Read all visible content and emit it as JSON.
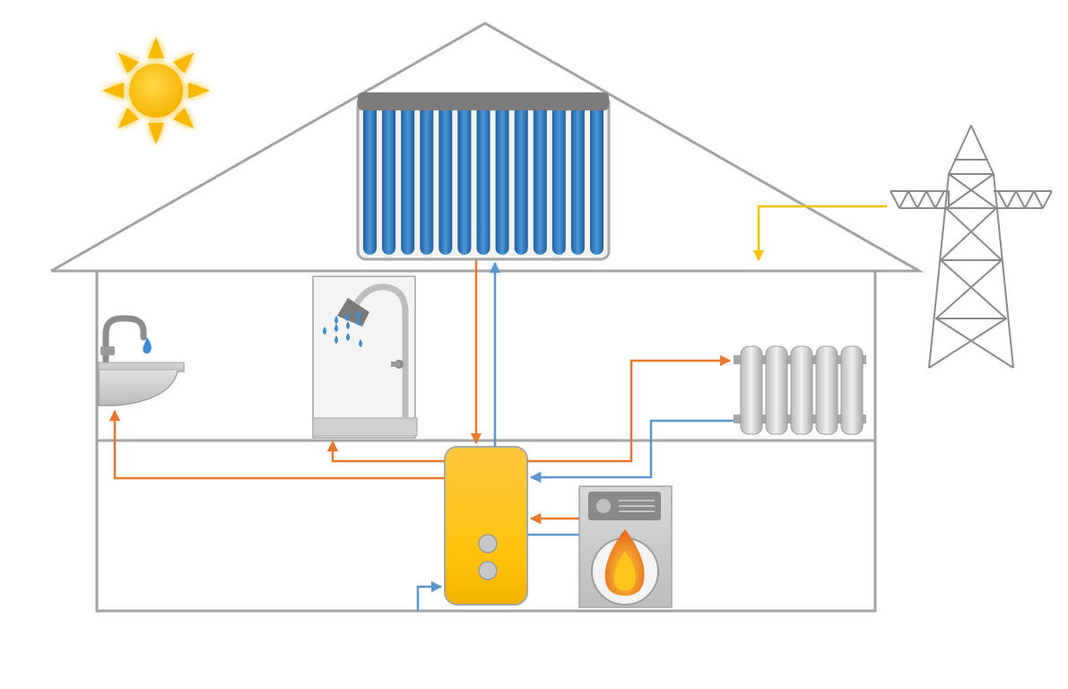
{
  "diagram": {
    "kind": "solar-thermal-heating-schematic",
    "components": [
      {
        "id": "sun",
        "icon": "sun-icon"
      },
      {
        "id": "solar-collector",
        "icon": "vacuum-tube-collector-icon",
        "tube_count": 13
      },
      {
        "id": "power-pylon",
        "icon": "power-pylon-icon"
      },
      {
        "id": "sink",
        "icon": "sink-faucet-icon"
      },
      {
        "id": "shower",
        "icon": "shower-icon"
      },
      {
        "id": "radiator",
        "icon": "radiator-icon",
        "fin_count": 5
      },
      {
        "id": "storage-tank",
        "icon": "hot-water-tank-icon"
      },
      {
        "id": "boiler",
        "icon": "oil-boiler-flame-icon"
      }
    ],
    "flows": [
      {
        "from": "solar-collector",
        "to": "storage-tank",
        "kind": "hot"
      },
      {
        "from": "storage-tank",
        "to": "solar-collector",
        "kind": "cold"
      },
      {
        "from": "storage-tank",
        "to": "sink",
        "kind": "hot"
      },
      {
        "from": "storage-tank",
        "to": "shower",
        "kind": "hot"
      },
      {
        "from": "storage-tank",
        "to": "radiator",
        "kind": "hot"
      },
      {
        "from": "radiator",
        "to": "storage-tank",
        "kind": "cold"
      },
      {
        "from": "boiler",
        "to": "storage-tank",
        "kind": "hot"
      },
      {
        "from": "storage-tank",
        "to": "boiler",
        "kind": "cold"
      },
      {
        "from": "water-supply",
        "to": "storage-tank",
        "kind": "cold"
      },
      {
        "from": "power-pylon",
        "to": "house",
        "kind": "electric"
      }
    ]
  },
  "colors": {
    "hot": "#e8782e",
    "cold": "#5b97cc",
    "electric": "#f5c000",
    "outline": "#a3a3a3",
    "sun": "#f7b800",
    "tank": "#ffc72c",
    "tube": "#2f78be"
  }
}
